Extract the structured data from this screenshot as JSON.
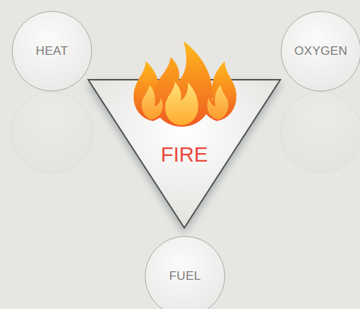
{
  "diagram": {
    "nodes": [
      {
        "text": [
          "HEAT"
        ]
      },
      {
        "text": [
          "OXYGEN"
        ]
      },
      {
        "text": [
          "FIRE"
        ]
      },
      {
        "text": [
          "FUEL"
        ]
      }
    ]
  }
}
